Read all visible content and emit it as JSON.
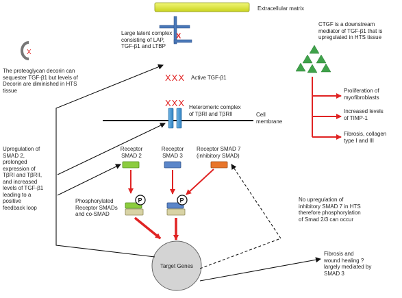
{
  "labels": {
    "extracellular_matrix": "Extracellular matrix",
    "latent_complex": "Large latent complex\nconsisting of LAP,\nTGF-β1 and LTBP",
    "decorin": "The proteoglycan decorin can\nsequester TGF-β1  but levels of\nDecorin are diminished in HTS\ntissue",
    "active_tgf": "Active TGF-β1",
    "heteromeric": "Heteromeric complex\nof TβRI and TβRII",
    "cell_membrane": "Cell\nmembrane",
    "ctgf": "CTGF is a downstream\nmediator of TGF-β1 that is\nupregulated in HTS  tissue",
    "outcome_1": "Proliferation of\nmyofibroblasts",
    "outcome_2": "Increased levels\nof TIMP-1",
    "outcome_3": "Fibrosis, collagen\ntype I and III",
    "upregulation": "Upregulation of\nSMAD 2,\nprolonged\nexpression of\nTβRI and TβRII,\nand increased\nlevels of TGF-β1\nleading to a\npositive\nfeedback loop",
    "smad2": "Receptor\nSMAD 2",
    "smad3": "Receptor\nSMAD 3",
    "smad7": "Receptor SMAD 7\n(inhibitory SMAD)",
    "phosphorylated": "Phosphorylated\nReceptor SMADs\nand co-SMAD",
    "no_upregulation": "No upregulation of\ninhibitory SMAD 7 in HTS\ntherefore phosphorylation\nof Smad 2/3 can occur",
    "target_genes": "Target Genes",
    "fibrosis_healing": "Fibrosis and\nwound healing ?\nlargely mediated by\nSMAD 3",
    "xxx": "XXX",
    "x": "X",
    "p": "P"
  },
  "colors": {
    "matrix_yellow": "#e6ef2e",
    "receptor_blue": "#3a8fcf",
    "arrow_red": "#e02323",
    "triangle_green": "#3fa24a",
    "smad2_green": "#8ccc3f",
    "smad3_blue": "#5b86c9",
    "smad7_orange": "#e8752a",
    "cosmad_tan": "#d8d3a5",
    "target_gray": "#d4d4d4"
  }
}
